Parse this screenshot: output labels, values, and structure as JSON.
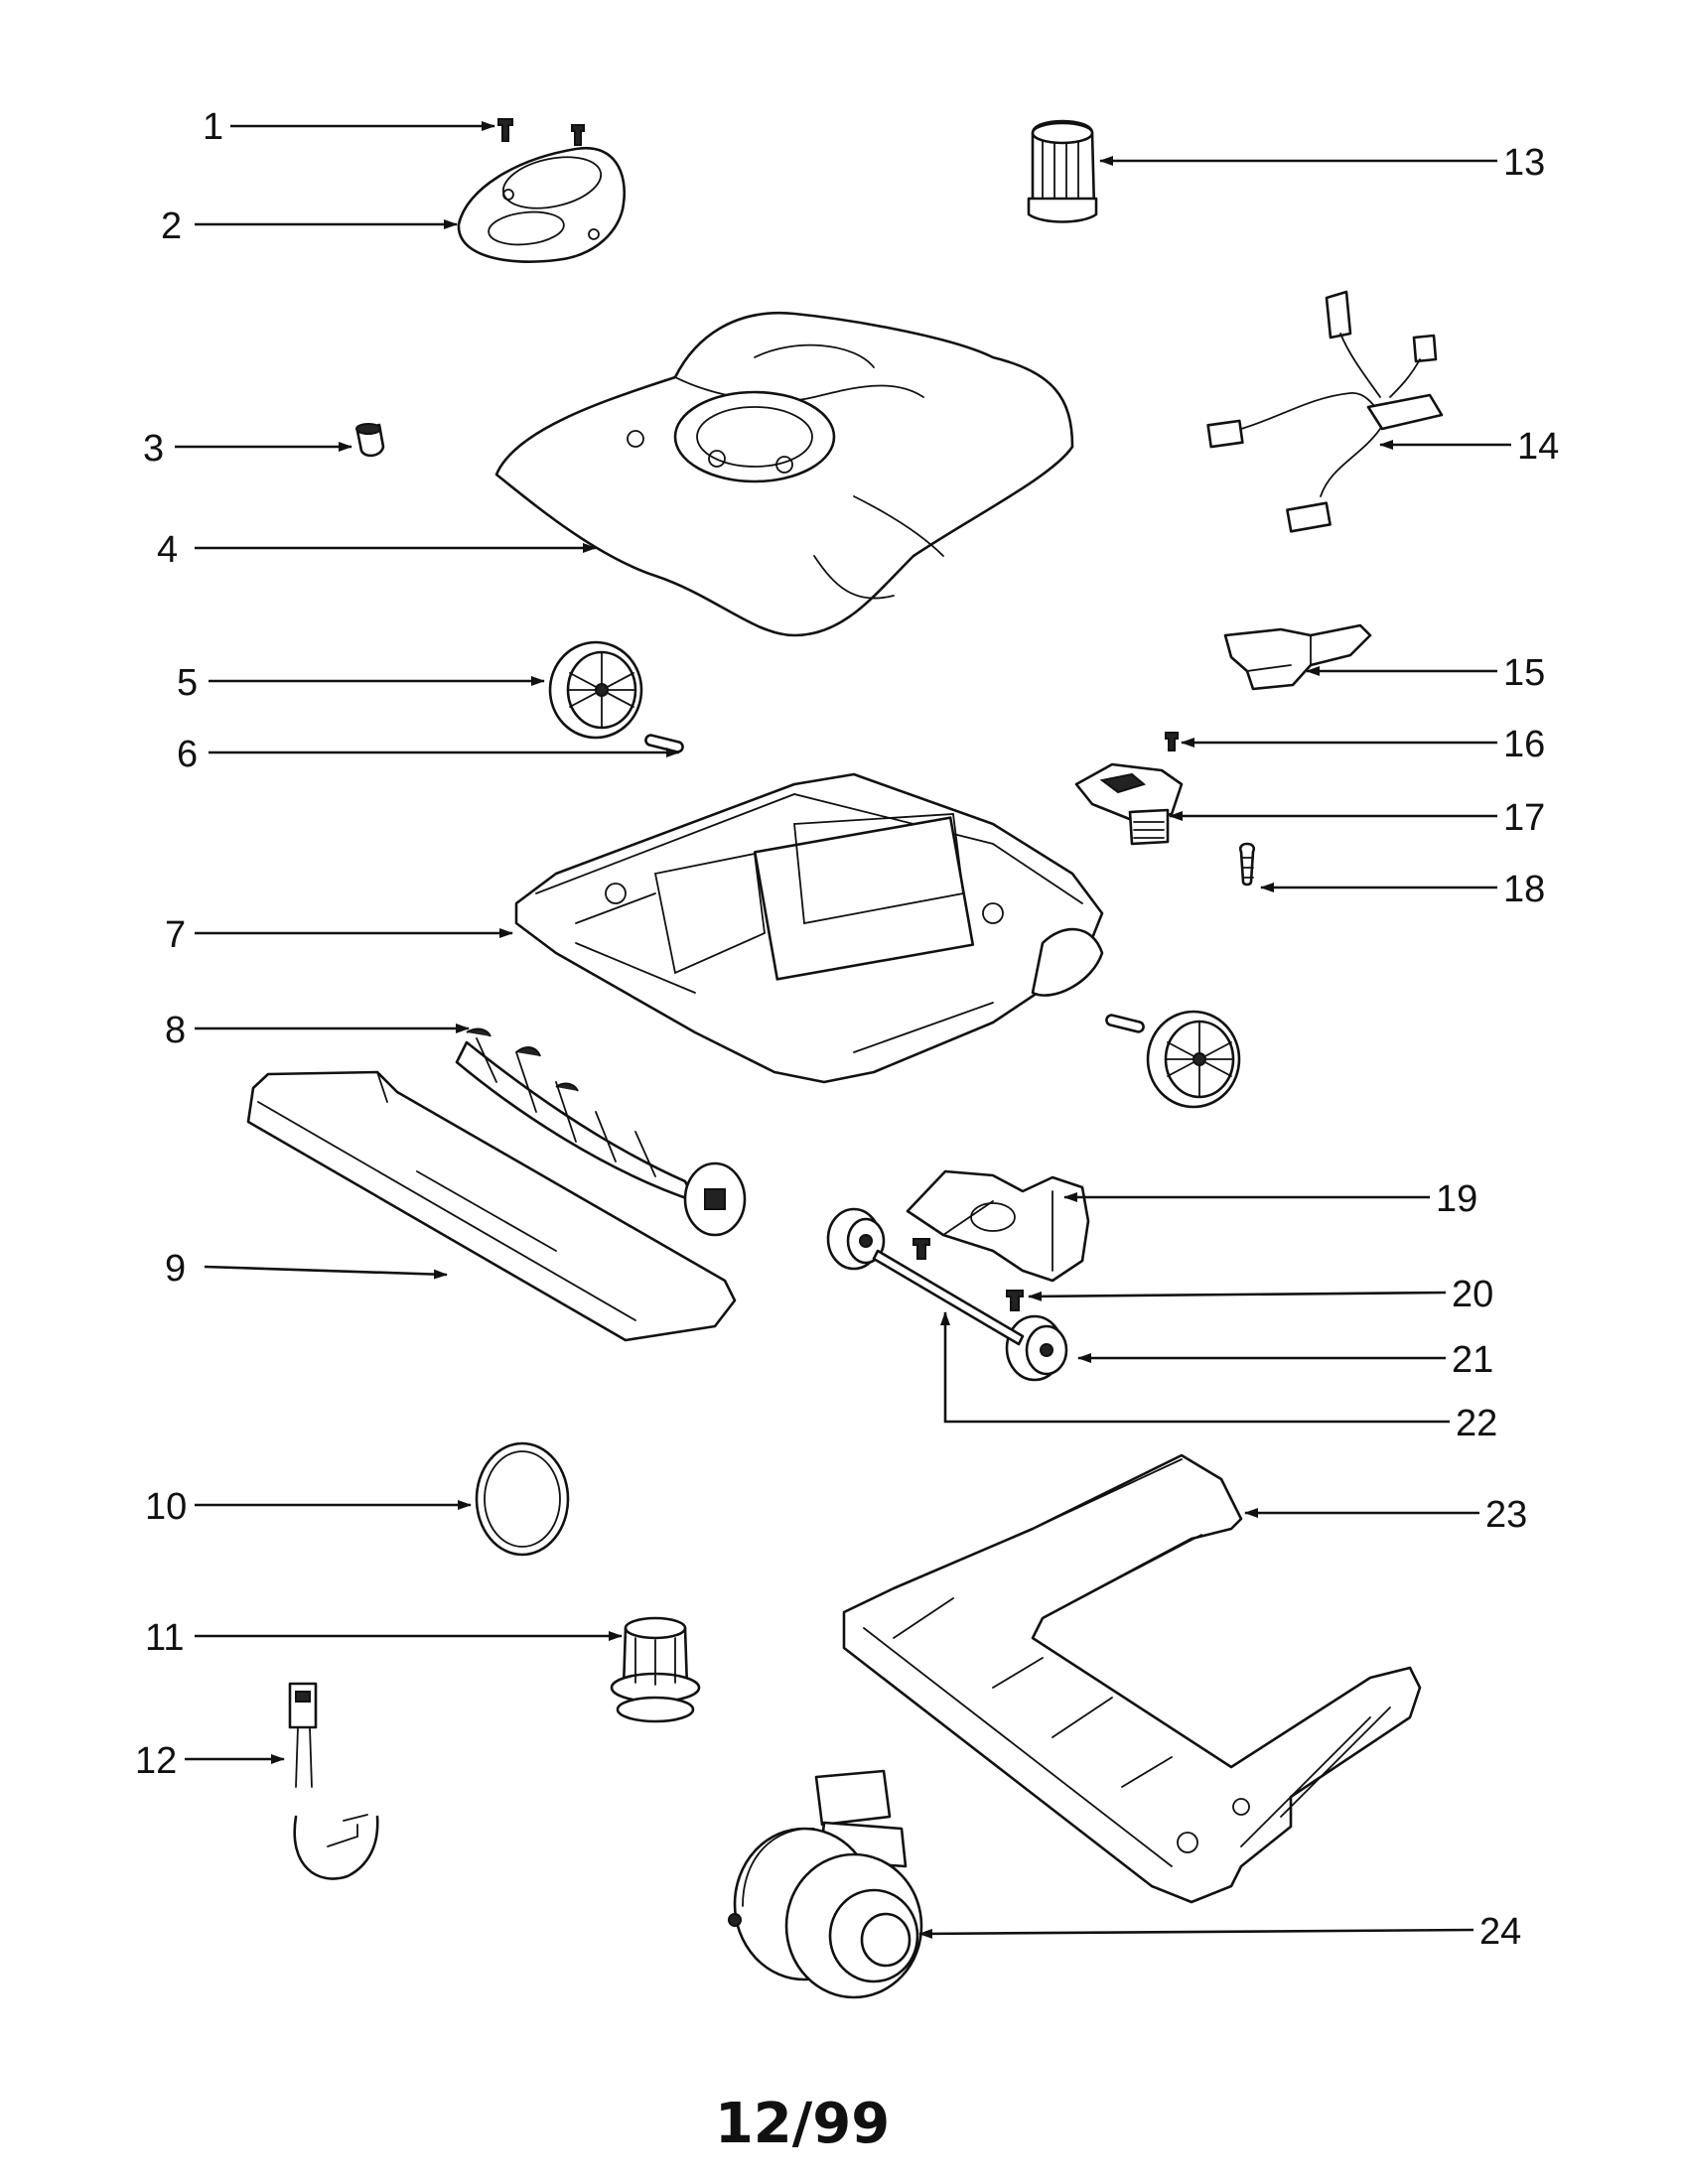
{
  "parts": [
    {
      "number": "1"
    },
    {
      "number": "2"
    },
    {
      "number": "3"
    },
    {
      "number": "4"
    },
    {
      "number": "5"
    },
    {
      "number": "6"
    },
    {
      "number": "7"
    },
    {
      "number": "8"
    },
    {
      "number": "9"
    },
    {
      "number": "10"
    },
    {
      "number": "11"
    },
    {
      "number": "12"
    },
    {
      "number": "13"
    },
    {
      "number": "14"
    },
    {
      "number": "15"
    },
    {
      "number": "16"
    },
    {
      "number": "17"
    },
    {
      "number": "18"
    },
    {
      "number": "19"
    },
    {
      "number": "20"
    },
    {
      "number": "21"
    },
    {
      "number": "22"
    },
    {
      "number": "23"
    },
    {
      "number": "24"
    }
  ],
  "footer": {
    "date_code": "12/99"
  }
}
